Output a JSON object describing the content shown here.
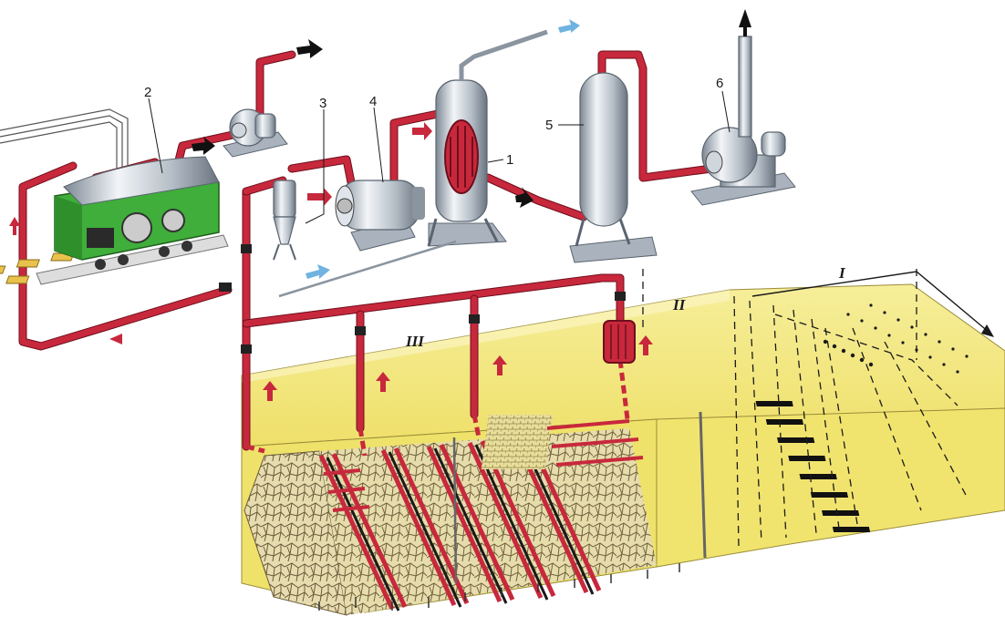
{
  "labels": {
    "l1": "1",
    "l2": "2",
    "l3": "3",
    "l4": "4",
    "l5": "5",
    "l6": "6"
  },
  "zones": {
    "z1": "I",
    "z2": "II",
    "z3": "III"
  },
  "colors": {
    "pipe": "#c8283c",
    "seam": "#f2e77a",
    "rubble": "#c9b98a",
    "locomotive": "#3fae3a",
    "arrow_flow": "#c8283c",
    "arrow_air": "#6fb3e0",
    "arrow_exhaust": "#111111"
  },
  "icons": {
    "compressor": "locomotive-compressor-icon",
    "blower": "blower-fan-icon",
    "cyclone": "cyclone-separator-icon",
    "heater": "gas-heater-icon",
    "column": "scrubber-column-icon",
    "tank": "storage-tank-icon",
    "exhauster": "exhaust-fan-icon"
  }
}
